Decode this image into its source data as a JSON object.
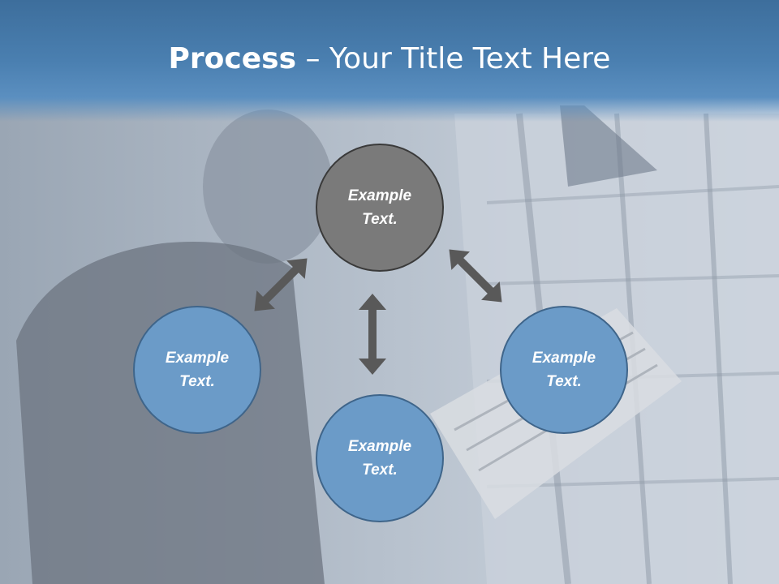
{
  "slide": {
    "title_bold": "Process",
    "title_rest": " – Your Title Text Here"
  },
  "nodes": {
    "center": "Example Text.",
    "left": "Example Text.",
    "bottom": "Example Text.",
    "right": "Example Text."
  },
  "colors": {
    "header": "#4a7fb0",
    "center_fill": "#7a7a7a",
    "node_fill": "#6b9bc8",
    "arrow": "#595959"
  }
}
